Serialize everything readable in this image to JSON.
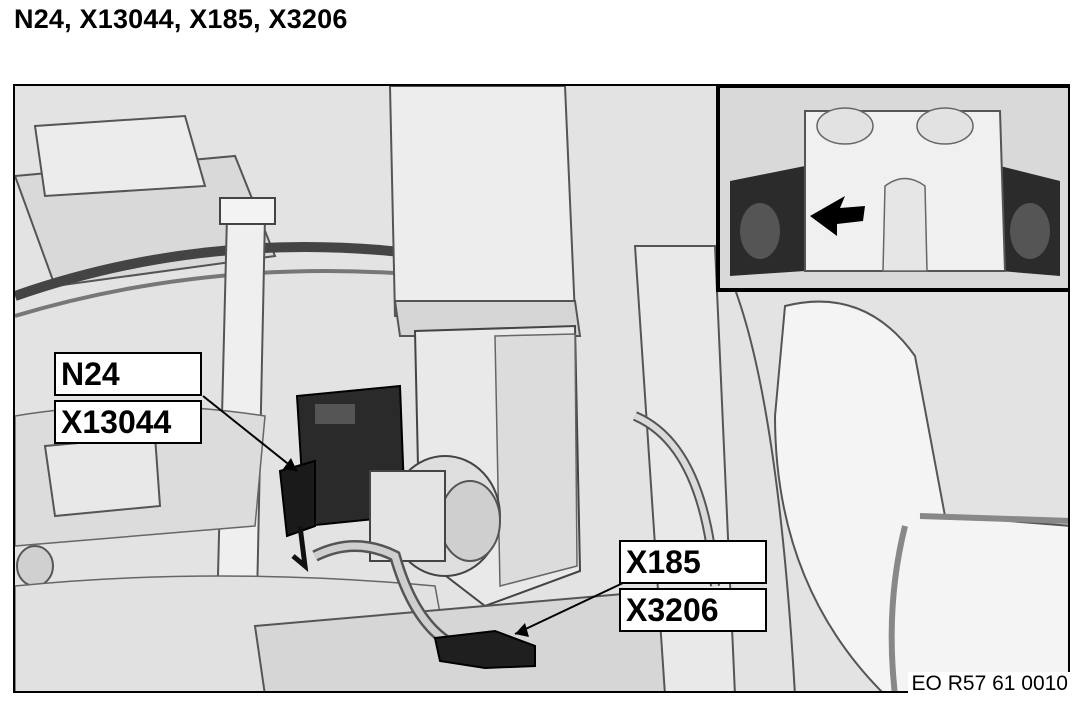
{
  "title": "N24, X13044, X185, X3206",
  "callouts": {
    "n24": "N24",
    "x13044": "X13044",
    "x185": "X185",
    "x3206": "X3206"
  },
  "reference": "EO R57 61 0010",
  "colors": {
    "line": "#000000",
    "background": "#ffffff",
    "part": "#e6e6e6",
    "component": "#2a2a2a"
  }
}
